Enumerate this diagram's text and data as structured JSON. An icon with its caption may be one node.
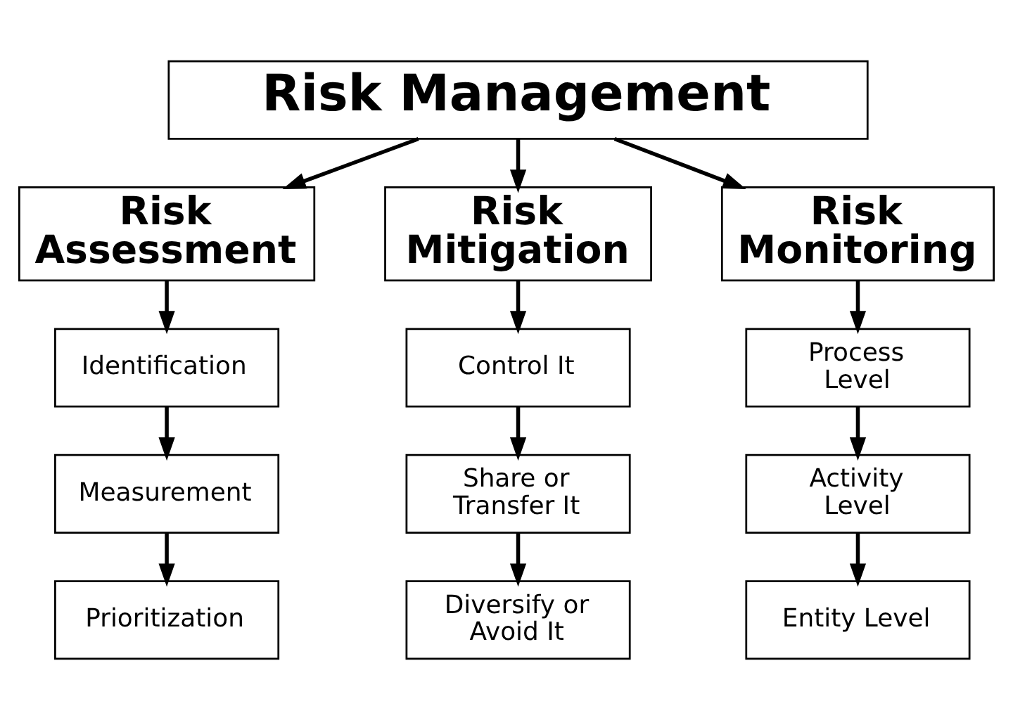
{
  "diagram": {
    "nodes": [
      {
        "text": [
          "Risk Management"
        ]
      },
      {
        "text": [
          "Risk Assessment"
        ]
      },
      {
        "text": [
          "Risk Mitigation"
        ]
      },
      {
        "text": [
          "Risk Monitoring"
        ]
      },
      {
        "text": [
          "Identification"
        ]
      },
      {
        "text": [
          "Measurement"
        ]
      },
      {
        "text": [
          "Prioritization"
        ]
      },
      {
        "text": [
          "Control It"
        ]
      },
      {
        "text": [
          "Share or Transfer It"
        ]
      },
      {
        "text": [
          "Diversify or Avoid It"
        ]
      },
      {
        "text": [
          "Process Level"
        ]
      },
      {
        "text": [
          "Activity Level"
        ]
      },
      {
        "text": [
          "Entity Level"
        ]
      }
    ],
    "edges": [
      {
        "from": 0,
        "to": 1,
        "arrow": "to"
      },
      {
        "from": 0,
        "to": 2,
        "arrow": "to"
      },
      {
        "from": 0,
        "to": 3,
        "arrow": "to"
      },
      {
        "from": 1,
        "to": 4,
        "arrow": "to"
      },
      {
        "from": 4,
        "to": 5,
        "arrow": "to"
      },
      {
        "from": 5,
        "to": 6,
        "arrow": "to"
      },
      {
        "from": 2,
        "to": 7,
        "arrow": "to"
      },
      {
        "from": 7,
        "to": 8,
        "arrow": "to"
      },
      {
        "from": 8,
        "to": 9,
        "arrow": "to"
      },
      {
        "from": 3,
        "to": 10,
        "arrow": "to"
      },
      {
        "from": 10,
        "to": 11,
        "arrow": "to"
      },
      {
        "from": 11,
        "to": 12,
        "arrow": "to"
      }
    ]
  }
}
